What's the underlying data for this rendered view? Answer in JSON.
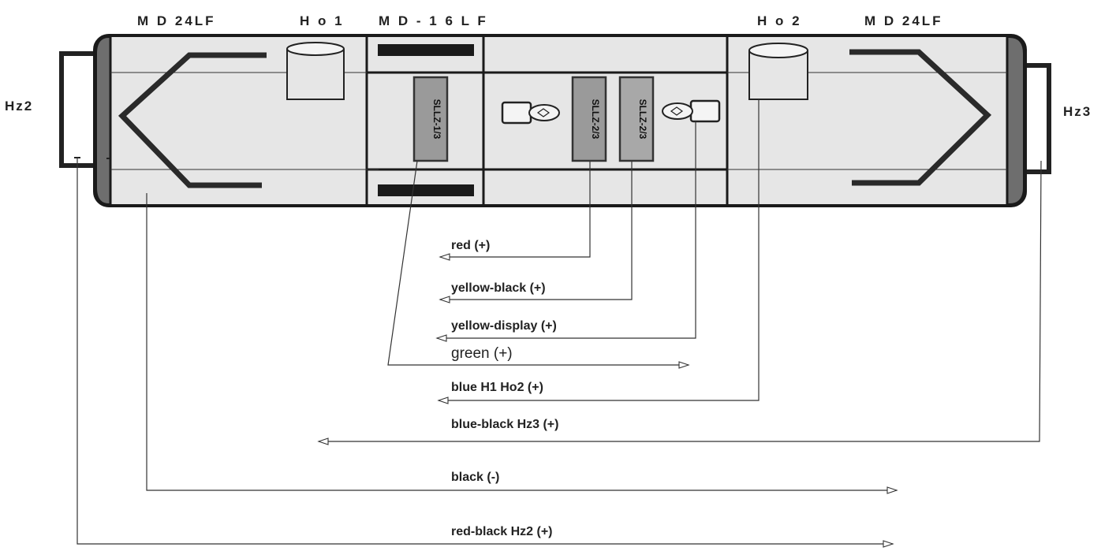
{
  "header_labels": {
    "left_decoder": "M D 24LF",
    "ho1": "H o 1",
    "middle_decoder": "M D - 1 6 L F",
    "ho2": "H o 2",
    "right_decoder": "M D 24LF"
  },
  "side_labels": {
    "left": "Hz2",
    "right": "Hz3"
  },
  "switches": [
    "SLLZ-1/3",
    "SLLZ-2/3",
    "SLLZ-2/3"
  ],
  "wires": [
    {
      "label": "red (+)",
      "direction": "left"
    },
    {
      "label": "yellow-black (+)",
      "direction": "left"
    },
    {
      "label": "yellow-display (+)",
      "direction": "left"
    },
    {
      "label": "green (+)",
      "direction": "right"
    },
    {
      "label": "blue  H1 Ho2 (+)",
      "direction": "left"
    },
    {
      "label": "blue-black Hz3 (+)",
      "direction": "left"
    },
    {
      "label": "black (-)",
      "direction": "right"
    },
    {
      "label": "red-black  Hz2 (+)",
      "direction": "right"
    }
  ],
  "colors": {
    "body_fill": "#e6e6e6",
    "outline": "#1a1a1a",
    "switch_fill": "#9a9a9a",
    "end_cap": "#6e6e6e"
  }
}
